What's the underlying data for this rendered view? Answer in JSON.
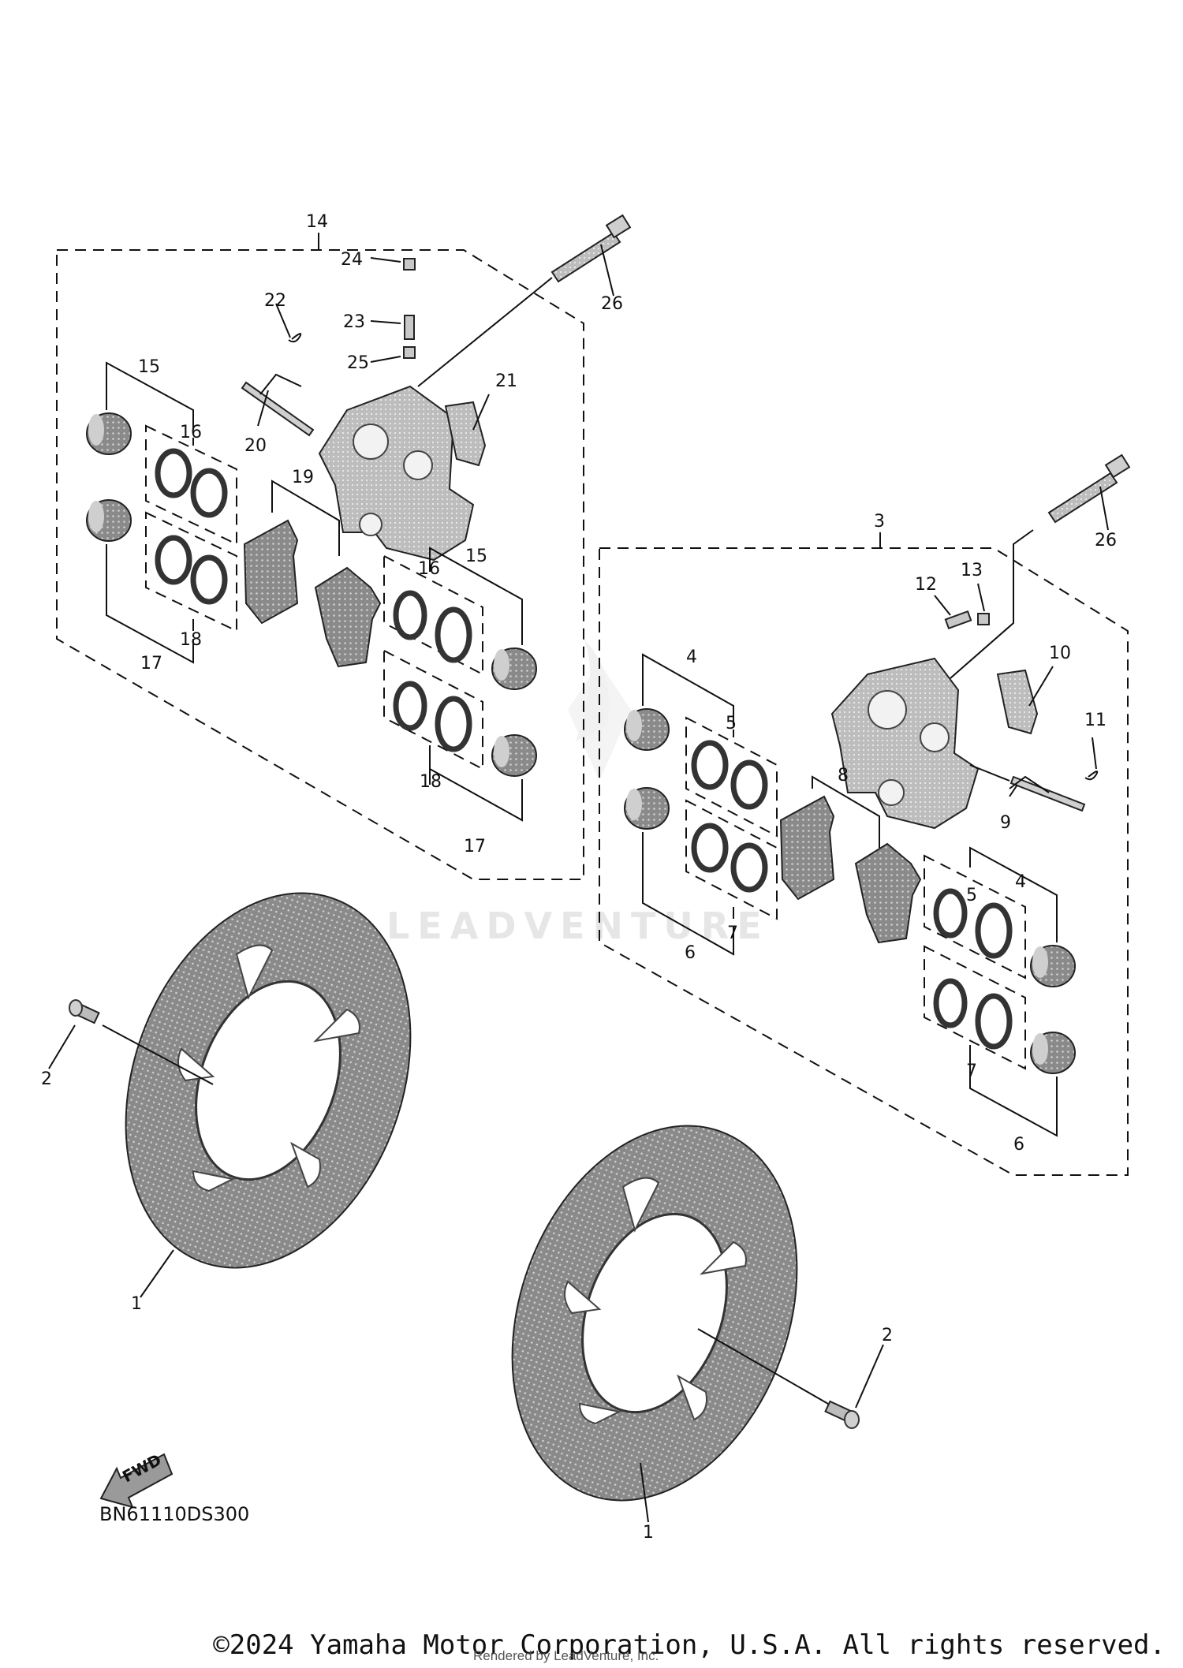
{
  "diagram": {
    "callouts": [
      "1",
      "2",
      "3",
      "4",
      "5",
      "6",
      "7",
      "8",
      "9",
      "10",
      "11",
      "12",
      "13",
      "14",
      "15",
      "16",
      "17",
      "18",
      "19",
      "20",
      "21",
      "22",
      "23",
      "24",
      "25",
      "26"
    ],
    "fwd_label": "FWD",
    "reference_code": "BN61110DS300",
    "watermark": "LEADVENTURE"
  },
  "footer": {
    "copyright": "©2024 Yamaha Motor Corporation, U.S.A. All rights reserved.",
    "rendered_by": "Rendered by LeadVenture, Inc."
  }
}
